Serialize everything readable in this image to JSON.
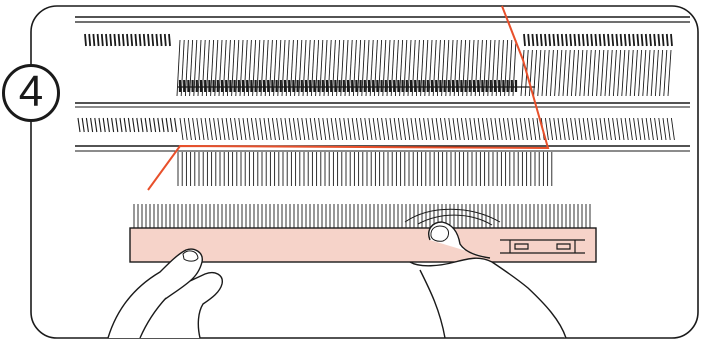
{
  "step": {
    "number": "4"
  },
  "colors": {
    "ink": "#1a1a1a",
    "yarn": "#e8502b",
    "comb": "#f6d3c9",
    "frame": "#1a1a1a",
    "background": "#ffffff"
  },
  "icons": [
    "knitting-machine-needle-bed",
    "cast-on-comb",
    "left-hand",
    "right-hand",
    "yarn-strand"
  ]
}
